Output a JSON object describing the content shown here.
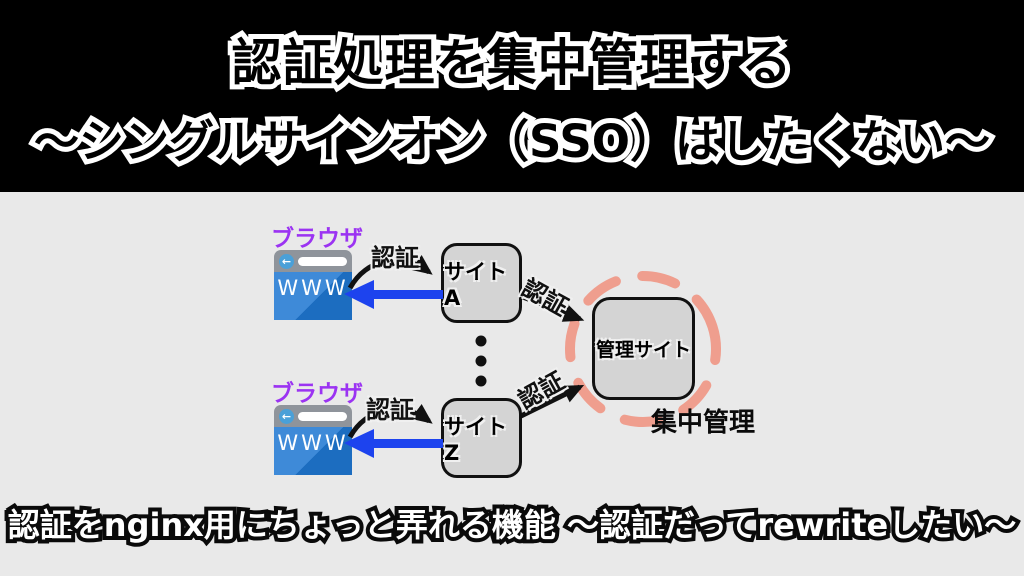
{
  "title": {
    "line1": "認証処理を集中管理する",
    "line2": "〜シングルサインオン（SSO）はしたくない〜"
  },
  "caption": "認証をnginx用にちょっと弄れる機能 〜認証だってrewriteしたい〜",
  "diagram": {
    "browser_label": "ブラウザ",
    "browser_text": "WWW",
    "auth_label": "認証",
    "site_a_label": "サイトA",
    "site_z_label": "サイトZ",
    "admin_label": "管理サイト",
    "central_label": "集中管理"
  },
  "icons": {
    "back_arrow": "←"
  },
  "colors": {
    "banner_bg": "#000000",
    "page_bg": "#e9e9e9",
    "browser_label_purple": "#9b33f2",
    "browser_bar_gray": "#8f949b",
    "browser_blue_light": "#3e8ad8",
    "browser_blue_dark": "#1c6dc0",
    "back_button_blue": "#4aa0d8",
    "arrow_blue": "#1d43ee",
    "arrow_black": "#111111",
    "box_fill": "#d4d4d4",
    "box_border": "#111111",
    "dashed_circle_salmon": "#ef9e8e"
  }
}
